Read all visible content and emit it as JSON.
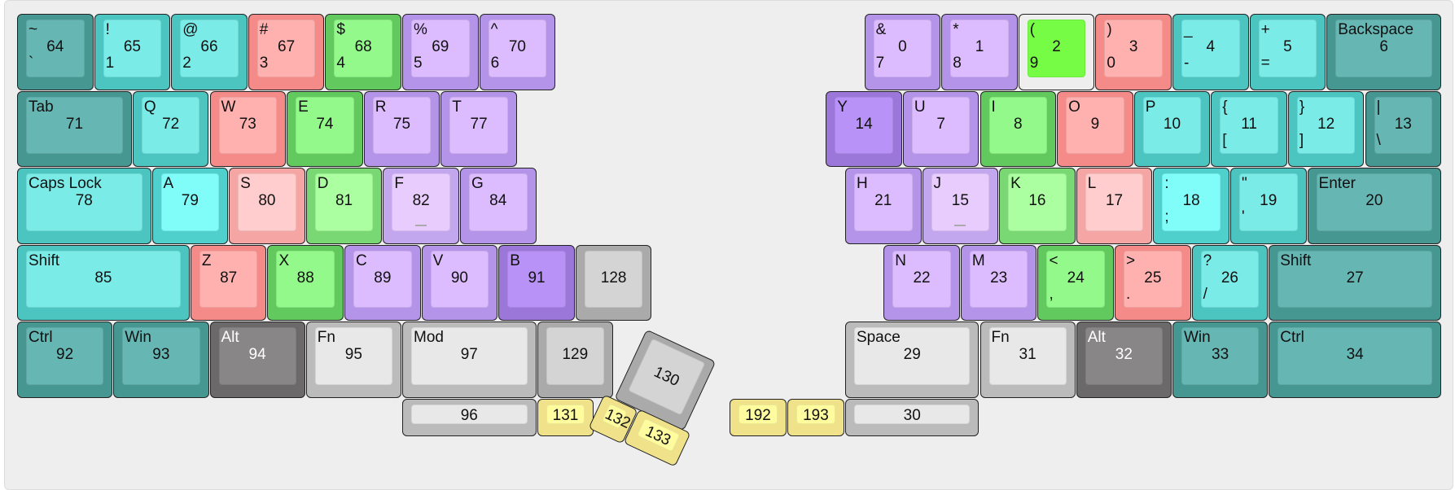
{
  "keys": [
    {
      "num": "64",
      "top": "~",
      "bottom": "`",
      "color": "tealD"
    },
    {
      "num": "65",
      "top": "!",
      "bottom": "1",
      "color": "cyan"
    },
    {
      "num": "66",
      "top": "@",
      "bottom": "2",
      "color": "cyan"
    },
    {
      "num": "67",
      "top": "#",
      "bottom": "3",
      "color": "red"
    },
    {
      "num": "68",
      "top": "$",
      "bottom": "4",
      "color": "green"
    },
    {
      "num": "69",
      "top": "%",
      "bottom": "5",
      "color": "purple"
    },
    {
      "num": "70",
      "top": "^",
      "bottom": "6",
      "color": "purple"
    },
    {
      "num": "0",
      "top": "&",
      "bottom": "7",
      "color": "purple"
    },
    {
      "num": "1",
      "top": "*",
      "bottom": "8",
      "color": "purple"
    },
    {
      "num": "2",
      "top": "(",
      "bottom": "9",
      "color": "sel"
    },
    {
      "num": "3",
      "top": ")",
      "bottom": "0",
      "color": "red"
    },
    {
      "num": "4",
      "top": "_",
      "bottom": "-",
      "color": "cyan"
    },
    {
      "num": "5",
      "top": "+",
      "bottom": "=",
      "color": "cyan"
    },
    {
      "num": "6",
      "top": "Backspace",
      "bottom": "",
      "color": "tealD"
    },
    {
      "num": "71",
      "top": "Tab",
      "bottom": "",
      "color": "tealD"
    },
    {
      "num": "72",
      "top": "Q",
      "bottom": "",
      "color": "cyan"
    },
    {
      "num": "73",
      "top": "W",
      "bottom": "",
      "color": "red"
    },
    {
      "num": "74",
      "top": "E",
      "bottom": "",
      "color": "green"
    },
    {
      "num": "75",
      "top": "R",
      "bottom": "",
      "color": "purple"
    },
    {
      "num": "77",
      "top": "T",
      "bottom": "",
      "color": "purple"
    },
    {
      "num": "14",
      "top": "Y",
      "bottom": "",
      "color": "dpurple"
    },
    {
      "num": "7",
      "top": "U",
      "bottom": "",
      "color": "purple"
    },
    {
      "num": "8",
      "top": "I",
      "bottom": "",
      "color": "green"
    },
    {
      "num": "9",
      "top": "O",
      "bottom": "",
      "color": "red"
    },
    {
      "num": "10",
      "top": "P",
      "bottom": "",
      "color": "cyan"
    },
    {
      "num": "11",
      "top": "{",
      "bottom": "[",
      "color": "cyan"
    },
    {
      "num": "12",
      "top": "}",
      "bottom": "]",
      "color": "cyan"
    },
    {
      "num": "13",
      "top": "|",
      "bottom": "\\",
      "color": "tealD"
    },
    {
      "num": "78",
      "top": "Caps Lock",
      "bottom": "",
      "color": "cyan"
    },
    {
      "num": "79",
      "top": "A",
      "bottom": "",
      "color": "cyanB"
    },
    {
      "num": "80",
      "top": "S",
      "bottom": "",
      "color": "pink"
    },
    {
      "num": "81",
      "top": "D",
      "bottom": "",
      "color": "lgreen"
    },
    {
      "num": "82",
      "top": "F",
      "bottom": "",
      "color": "lpurple",
      "home": true
    },
    {
      "num": "84",
      "top": "G",
      "bottom": "",
      "color": "purple"
    },
    {
      "num": "21",
      "top": "H",
      "bottom": "",
      "color": "purple"
    },
    {
      "num": "15",
      "top": "J",
      "bottom": "",
      "color": "lpurple",
      "home": true
    },
    {
      "num": "16",
      "top": "K",
      "bottom": "",
      "color": "lgreen"
    },
    {
      "num": "17",
      "top": "L",
      "bottom": "",
      "color": "pink"
    },
    {
      "num": "18",
      "top": ":",
      "bottom": ";",
      "color": "cyanB"
    },
    {
      "num": "19",
      "top": "\"",
      "bottom": "'",
      "color": "cyan"
    },
    {
      "num": "20",
      "top": "Enter",
      "bottom": "",
      "color": "tealD"
    },
    {
      "num": "85",
      "top": "Shift",
      "bottom": "",
      "color": "cyan"
    },
    {
      "num": "87",
      "top": "Z",
      "bottom": "",
      "color": "red"
    },
    {
      "num": "88",
      "top": "X",
      "bottom": "",
      "color": "green"
    },
    {
      "num": "89",
      "top": "C",
      "bottom": "",
      "color": "purple"
    },
    {
      "num": "90",
      "top": "V",
      "bottom": "",
      "color": "purple"
    },
    {
      "num": "91",
      "top": "B",
      "bottom": "",
      "color": "dpurple"
    },
    {
      "num": "128",
      "top": "",
      "bottom": "",
      "color": "gray"
    },
    {
      "num": "22",
      "top": "N",
      "bottom": "",
      "color": "purple"
    },
    {
      "num": "23",
      "top": "M",
      "bottom": "",
      "color": "purple"
    },
    {
      "num": "24",
      "top": "<",
      "bottom": ",",
      "color": "green"
    },
    {
      "num": "25",
      "top": ">",
      "bottom": ".",
      "color": "red"
    },
    {
      "num": "26",
      "top": "?",
      "bottom": "/",
      "color": "cyan"
    },
    {
      "num": "27",
      "top": "Shift",
      "bottom": "",
      "color": "tealD"
    },
    {
      "num": "92",
      "top": "Ctrl",
      "bottom": "",
      "color": "tealD"
    },
    {
      "num": "93",
      "top": "Win",
      "bottom": "",
      "color": "tealD"
    },
    {
      "num": "94",
      "top": "Alt",
      "bottom": "",
      "color": "dgray"
    },
    {
      "num": "95",
      "top": "Fn",
      "bottom": "",
      "color": "lgray"
    },
    {
      "num": "97",
      "top": "Mod",
      "bottom": "",
      "color": "lgray"
    },
    {
      "num": "129",
      "top": "",
      "bottom": "",
      "color": "gray"
    },
    {
      "num": "130",
      "top": "",
      "bottom": "",
      "color": "gray"
    },
    {
      "num": "29",
      "top": "Space",
      "bottom": "",
      "color": "lgray"
    },
    {
      "num": "31",
      "top": "Fn",
      "bottom": "",
      "color": "lgray"
    },
    {
      "num": "32",
      "top": "Alt",
      "bottom": "",
      "color": "dgray"
    },
    {
      "num": "33",
      "top": "Win",
      "bottom": "",
      "color": "tealD"
    },
    {
      "num": "34",
      "top": "Ctrl",
      "bottom": "",
      "color": "tealD"
    },
    {
      "num": "96",
      "top": "",
      "bottom": "",
      "color": "lgray"
    },
    {
      "num": "131",
      "top": "",
      "bottom": "",
      "color": "yellow"
    },
    {
      "num": "132",
      "top": "",
      "bottom": "",
      "color": "yellow"
    },
    {
      "num": "133",
      "top": "",
      "bottom": "",
      "color": "yellow"
    },
    {
      "num": "192",
      "top": "",
      "bottom": "",
      "color": "yellow"
    },
    {
      "num": "193",
      "top": "",
      "bottom": "",
      "color": "yellow"
    },
    {
      "num": "30",
      "top": "",
      "bottom": "",
      "color": "lgray"
    }
  ]
}
